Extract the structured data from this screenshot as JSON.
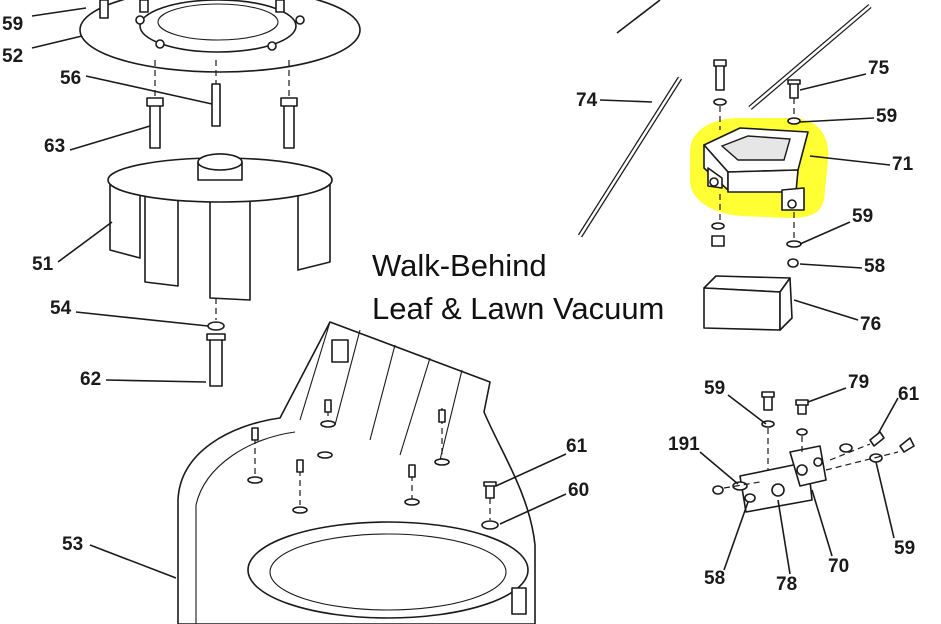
{
  "title_lines": [
    "Walk-Behind",
    "Leaf & Lawn Vacuum"
  ],
  "highlight_color": "#ffff33",
  "labels": {
    "l59a": "59",
    "l52": "52",
    "l56": "56",
    "l63": "63",
    "l51": "51",
    "l54": "54",
    "l62": "62",
    "l53": "53",
    "l74": "74",
    "l75": "75",
    "l59b": "59",
    "l71": "71",
    "l59c": "59",
    "l58a": "58",
    "l76": "76",
    "l61a": "61",
    "l60": "60",
    "l59d": "59",
    "l79": "79",
    "l61b": "61",
    "l191": "191",
    "l59e": "59",
    "l70": "70",
    "l58b": "58",
    "l78": "78"
  }
}
